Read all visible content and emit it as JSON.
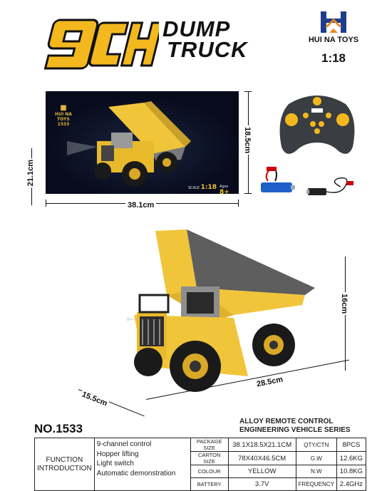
{
  "header": {
    "logo_text": "9CH",
    "title_line1": "DUMP",
    "title_line2": "TRUCK",
    "brand_name": "HUI NA TOYS",
    "scale": "1:18"
  },
  "box": {
    "brand": "HUI NA TOYS",
    "model": "1533",
    "scale_label": "SCALE",
    "scale_value": "1:18",
    "age_label": "Ages",
    "age_value": "8+"
  },
  "dimensions": {
    "box_width": "38.1cm",
    "box_height": "18.5cm",
    "box_depth": "21.1cm",
    "truck_length": "28.5cm",
    "truck_width": "15.5cm",
    "truck_height": "16cm"
  },
  "product": {
    "model_number": "NO.1533",
    "series_line1": "ALLOY REMOTE CONTROL",
    "series_line2": "ENGINEERING VEHICLE SERIES"
  },
  "function": {
    "label_line1": "FUNCTION",
    "label_line2": "INTRODUCTION",
    "items": [
      "9-channel control",
      "Hopper lifting",
      "Light switch",
      "Automatic demonstration"
    ]
  },
  "specs": [
    {
      "key": "PACKAGE SIZE",
      "value": "38.1X18.5X21.1CM",
      "key2": "QTY/CTN",
      "value2": "8PCS"
    },
    {
      "key": "CARTON SIZE",
      "value": "78X40X46.5CM",
      "key2": "G.W",
      "value2": "12.6KG"
    },
    {
      "key": "COLOUR",
      "value": "YELLOW",
      "key2": "N.W",
      "value2": "10.8KG"
    },
    {
      "key": "BATTERY",
      "value": "3.7V",
      "key2": "FREQUENCY",
      "value2": "2.4GHz"
    }
  ],
  "colors": {
    "accent_yellow": "#f2b81e",
    "truck_yellow": "#f0c53a",
    "box_bg": "#070b1c",
    "brand_orange": "#e78a1e",
    "brand_blue": "#1f3d8c"
  },
  "icons": {
    "brand_logo": "hui-na-house-icon",
    "controller": "remote-controller-icon",
    "battery": "battery-icon",
    "usb_cable": "usb-cable-icon"
  }
}
